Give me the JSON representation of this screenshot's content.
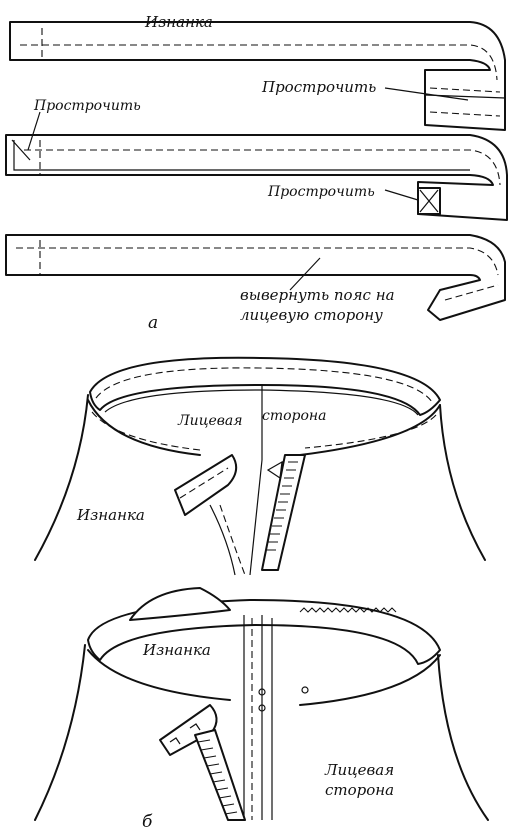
{
  "panel_a": {
    "strip1_label": "Изнанка",
    "strip1_stitch_label": "Прострочить",
    "strip2_stitch_label_left": "Прострочить",
    "strip2_stitch_label_right": "Прострочить",
    "strip3_note_line1": "вывернуть пояс на",
    "strip3_note_line2": "лицевую сторону",
    "caption": "а"
  },
  "panel_b_top": {
    "label_face": "Лицевая",
    "label_side": "сторона",
    "label_inside": "Изнанка"
  },
  "panel_b_bottom": {
    "label_inside": "Изнанка",
    "label_face_line1": "Лицевая",
    "label_face_line2": "сторона",
    "caption": "б"
  }
}
